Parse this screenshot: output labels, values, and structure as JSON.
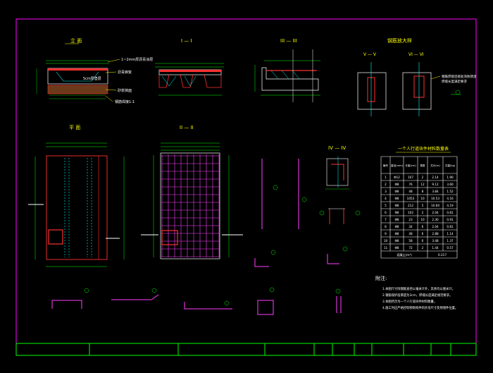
{
  "drawing": {
    "background": "#000000",
    "colors": {
      "frame": "#ff00ff",
      "outline": "#ff3030",
      "rebar": "#00ffff",
      "dim": "#00ff00",
      "label": "#ffffff",
      "leader": "#ffff00",
      "grid": "#ff40ff"
    }
  },
  "views": {
    "elevation": {
      "title": "立 面",
      "note_top": "1~2mm厚沥青涂层",
      "note_a": "沥青麻絮",
      "note_b": "5cm厚垫层",
      "note_c": "砂浆抹面",
      "note_d": "钢筋焊接1:1"
    },
    "section_i": {
      "title": "I — I"
    },
    "section_iii": {
      "title": "III — III"
    },
    "detail_enlarged": {
      "title": "钢筋放大样",
      "sec_v": "V — V",
      "sec_vi": "VI — VI",
      "note_e": "钢筋焊接连接处涂防锈漆",
      "note_f": "焊缝长度满足要求"
    },
    "plan": {
      "title": "平 面"
    },
    "section_ii": {
      "title": "II — II"
    },
    "section_iv": {
      "title": "IV — IV"
    },
    "notes": {
      "title": "附注:",
      "lines": [
        "1.本图尺寸除钢筋直径以毫米计外，其余均以厘米计。",
        "2.钢筋保护层厚度为3cm，焊缝长度满足规范要求。",
        "3.本图所示为一个人行道块件材料数量。",
        "4.施工时应严格控制预制构件的外形尺寸及预埋件位置。"
      ]
    }
  },
  "table": {
    "title": "一个人行道块件材料数量表",
    "headers": [
      "编号",
      "直径(mm)",
      "长度(cm)",
      "根数",
      "共长(m)",
      "共重(kg)"
    ],
    "rows": [
      [
        "1",
        "Φ12",
        "107",
        "2",
        "2.14",
        "1.90"
      ],
      [
        "2",
        "Φ8",
        "76",
        "12",
        "9.12",
        "3.60"
      ],
      [
        "3",
        "Φ8",
        "48",
        "8",
        "3.84",
        "1.52"
      ],
      [
        "4",
        "Φ8",
        "1053",
        "10",
        "10.53",
        "4.16"
      ],
      [
        "5",
        "Φ8",
        "212",
        "5",
        "10.60",
        "4.19"
      ],
      [
        "6",
        "Φ8",
        "102",
        "2",
        "2.04",
        "0.81"
      ],
      [
        "7",
        "Φ8",
        "23",
        "10",
        "2.30",
        "0.91"
      ],
      [
        "8",
        "Φ8",
        "34",
        "6",
        "2.04",
        "0.81"
      ],
      [
        "9",
        "Φ8",
        "48",
        "6",
        "2.88",
        "1.14"
      ],
      [
        "10",
        "Φ8",
        "58",
        "6",
        "3.48",
        "1.37"
      ],
      [
        "11",
        "Φ8",
        "72",
        "2",
        "1.44",
        "0.57"
      ]
    ],
    "total_label": "混凝土(m³)",
    "total_value": "0.217"
  },
  "title_block": {
    "cells": [
      "",
      "",
      "",
      "",
      "",
      "",
      "",
      "",
      ""
    ]
  }
}
